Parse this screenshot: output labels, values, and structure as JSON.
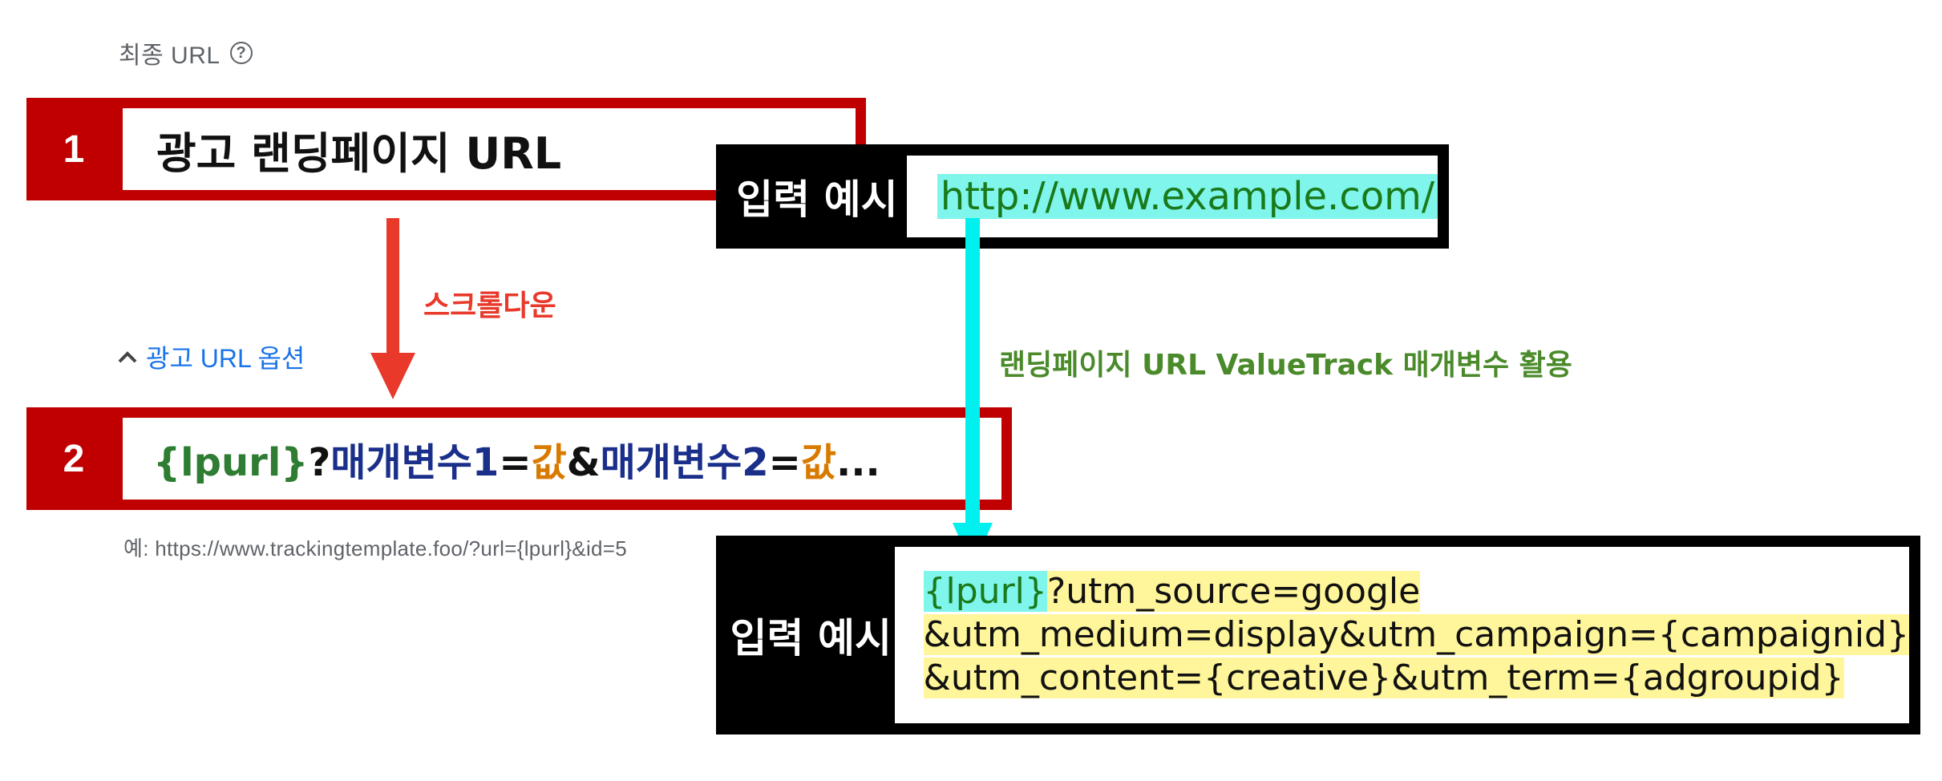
{
  "final_url": {
    "label": "최종 URL",
    "help_icon": "help-circle-icon"
  },
  "step1": {
    "number": "1",
    "title": "광고 랜딩페이지 URL"
  },
  "scroll": {
    "label": "스크롤다운",
    "arrow_color": "#e8392b"
  },
  "options_link": {
    "label": "광고 URL 옵션",
    "icon": "chevron-up-icon"
  },
  "step2": {
    "number": "2",
    "template": {
      "lpurl": "{lpurl}",
      "q": "?",
      "param1": "매개변수1",
      "eq1": "=",
      "val1": "값",
      "amp": "&",
      "param2": "매개변수2",
      "eq2": "=",
      "val2": "값",
      "ellipsis": "..."
    }
  },
  "example_text": "예: https://www.trackingtemplate.foo/?url={lpurl}&id=5",
  "example1": {
    "label": "입력 예시",
    "url": "http://www.example.com/"
  },
  "valuetrack": {
    "label": "랜딩페이지 URL ValueTrack 매개변수 활용",
    "arrow_color": "#00f0f0"
  },
  "example2": {
    "label": "입력 예시",
    "line1_lpurl": "{lpurl}",
    "line1_rest": "?utm_source=google",
    "line2": "&utm_medium=display&utm_campaign={campaignid}",
    "line3": "&utm_content={creative}&utm_term={adgroupid}"
  },
  "colors": {
    "badge_red": "#c00000",
    "highlight_yellow": "#fff59a",
    "highlight_cyan": "#7ff5ec"
  }
}
